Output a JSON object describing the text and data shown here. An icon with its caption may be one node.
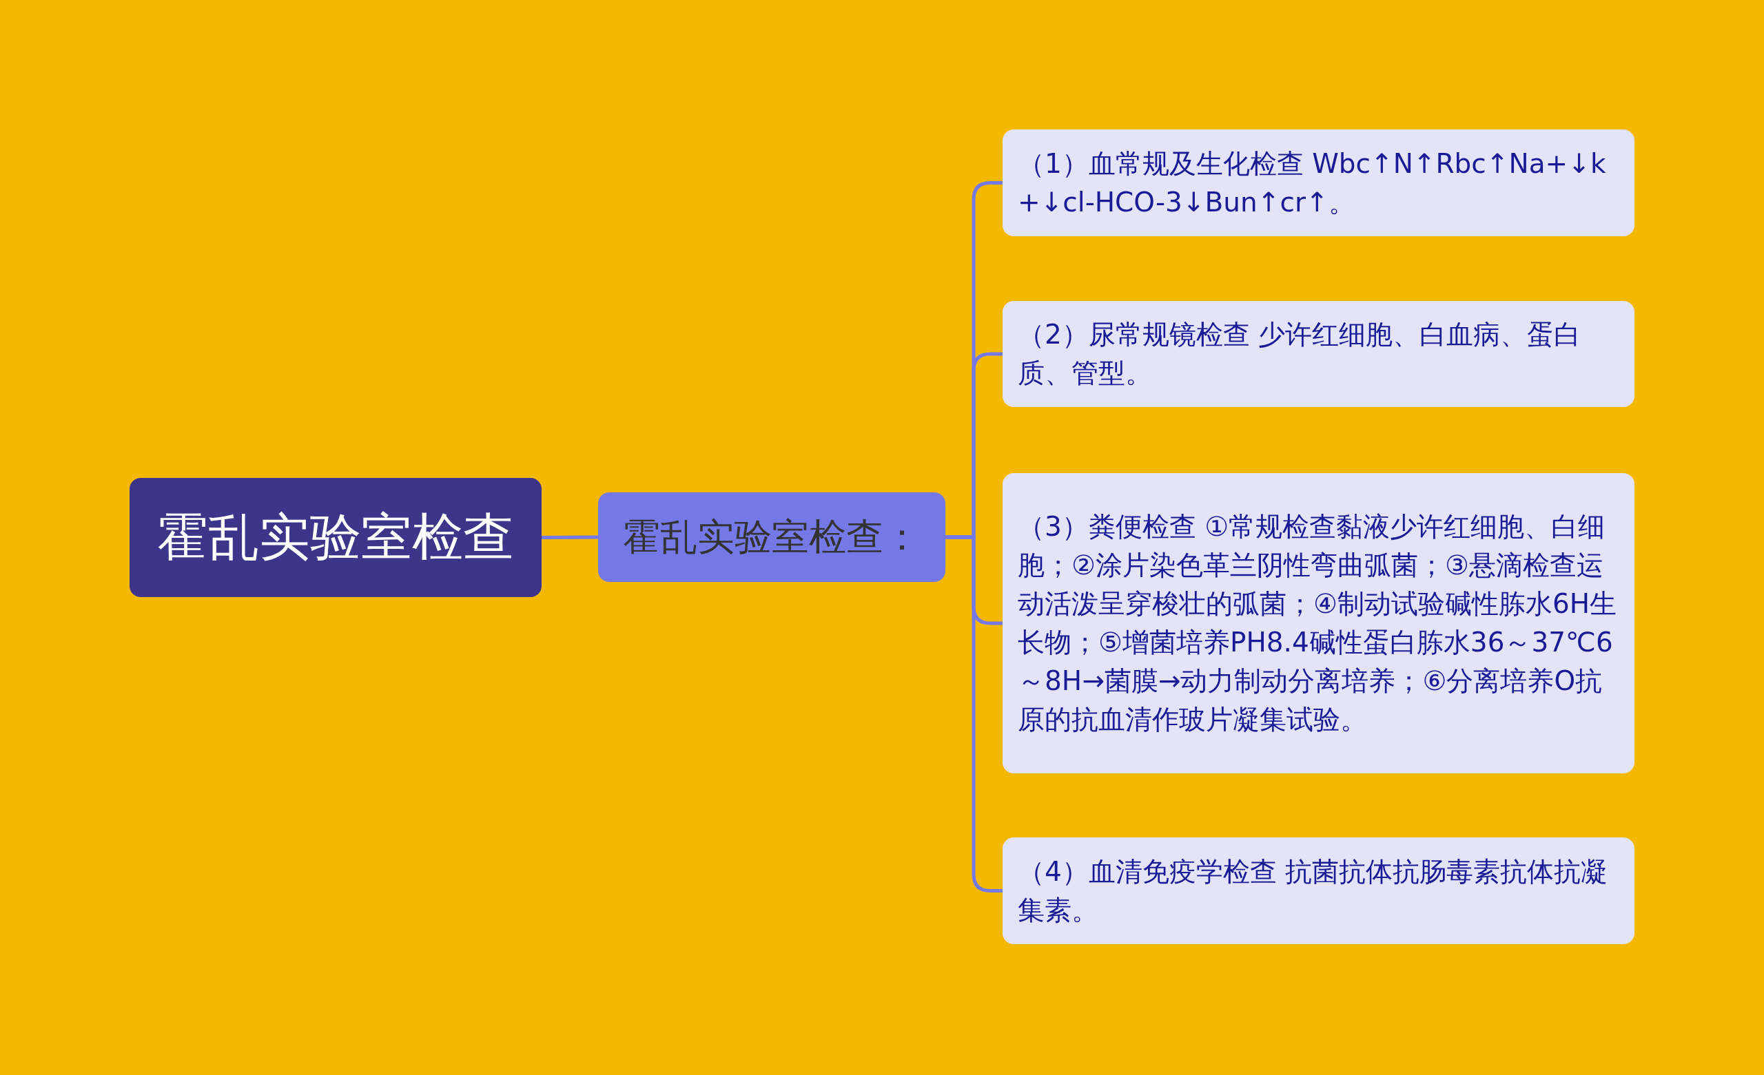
{
  "diagram": {
    "nodes": [
      {
        "text": [
          "霍乱实验室检查"
        ]
      },
      {
        "text": [
          "霍乱实验室检查："
        ]
      },
      {
        "text": [
          "（1）血常规及生化检查 Wbc↑N↑Rbc↑Na+↓k+↓cl-HCO-3↓Bun↑cr↑。"
        ]
      },
      {
        "text": [
          "（2）尿常规镜检查 少许红细胞、白血病、蛋白质、管型。"
        ]
      },
      {
        "text": [
          "（3）粪便检查 ①常规检查黏液少许红细胞、白细胞；②涂片染色革兰阴性弯曲弧菌；③悬滴检查运动活泼呈穿梭壮的弧菌；④制动试验碱性胨水6H生长物；⑤增菌培养PH8.4碱性蛋白胨水36～37℃6～8H→菌膜→动力制动分离培养；⑥分离培养O抗原的抗血清作玻片凝集试验。"
        ]
      },
      {
        "text": [
          "（4）血清免疫学检查 抗菌抗体抗肠毒素抗体抗凝集素。"
        ]
      }
    ],
    "edges": [
      {
        "from": 0,
        "to": 1,
        "arrow": "none"
      },
      {
        "from": 1,
        "to": 2,
        "arrow": "none"
      },
      {
        "from": 1,
        "to": 3,
        "arrow": "none"
      },
      {
        "from": 1,
        "to": 4,
        "arrow": "none"
      },
      {
        "from": 1,
        "to": 5,
        "arrow": "none"
      }
    ]
  }
}
